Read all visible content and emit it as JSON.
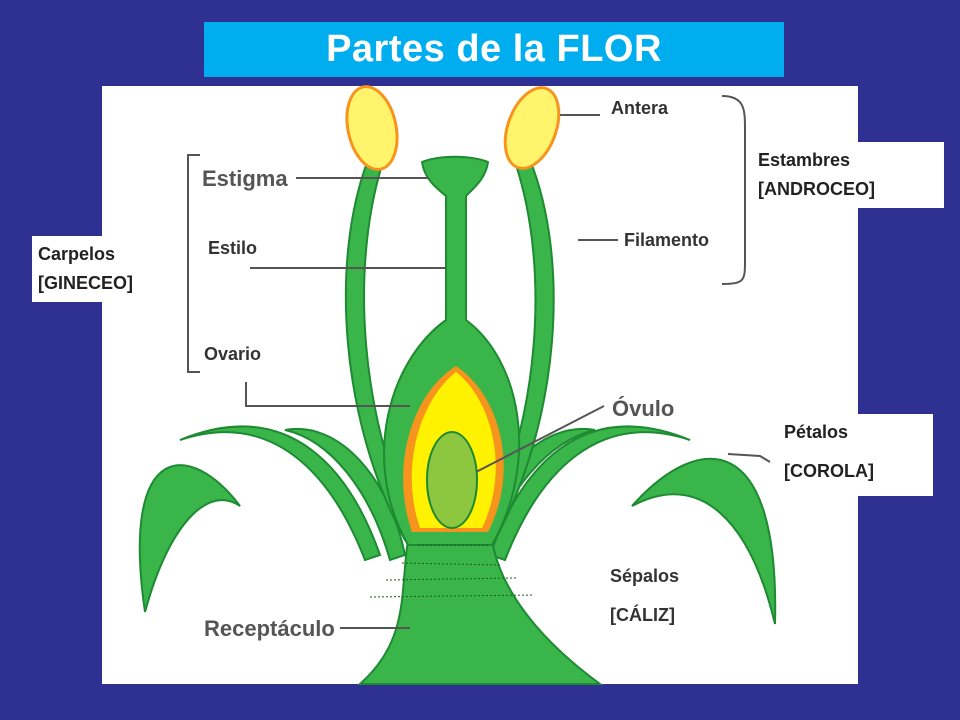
{
  "title": "Partes de la FLOR",
  "labels": {
    "antera": "Antera",
    "estambres_1": "Estambres",
    "estambres_2": "[ANDROCEO]",
    "filamento": "Filamento",
    "estigma": "Estigma",
    "estilo": "Estilo",
    "carpelos_1": "Carpelos",
    "carpelos_2": "[GINECEO]",
    "ovario": "Ovario",
    "ovulo": "Óvulo",
    "petalos_1": "Pétalos",
    "petalos_2": "[COROLA]",
    "sepalos_1": "Sépalos",
    "sepalos_2": "[CÁLIZ]",
    "receptaculo": "Receptáculo"
  },
  "colors": {
    "background": "#2e3192",
    "title_bar": "#00aeef",
    "plant_green": "#39b54a",
    "dark_green": "#1e8a32",
    "anther_yellow": "#fff46b",
    "ovary_orange": "#f7941d",
    "ovary_yellow": "#fff200",
    "ovule_green": "#8dc63f"
  }
}
